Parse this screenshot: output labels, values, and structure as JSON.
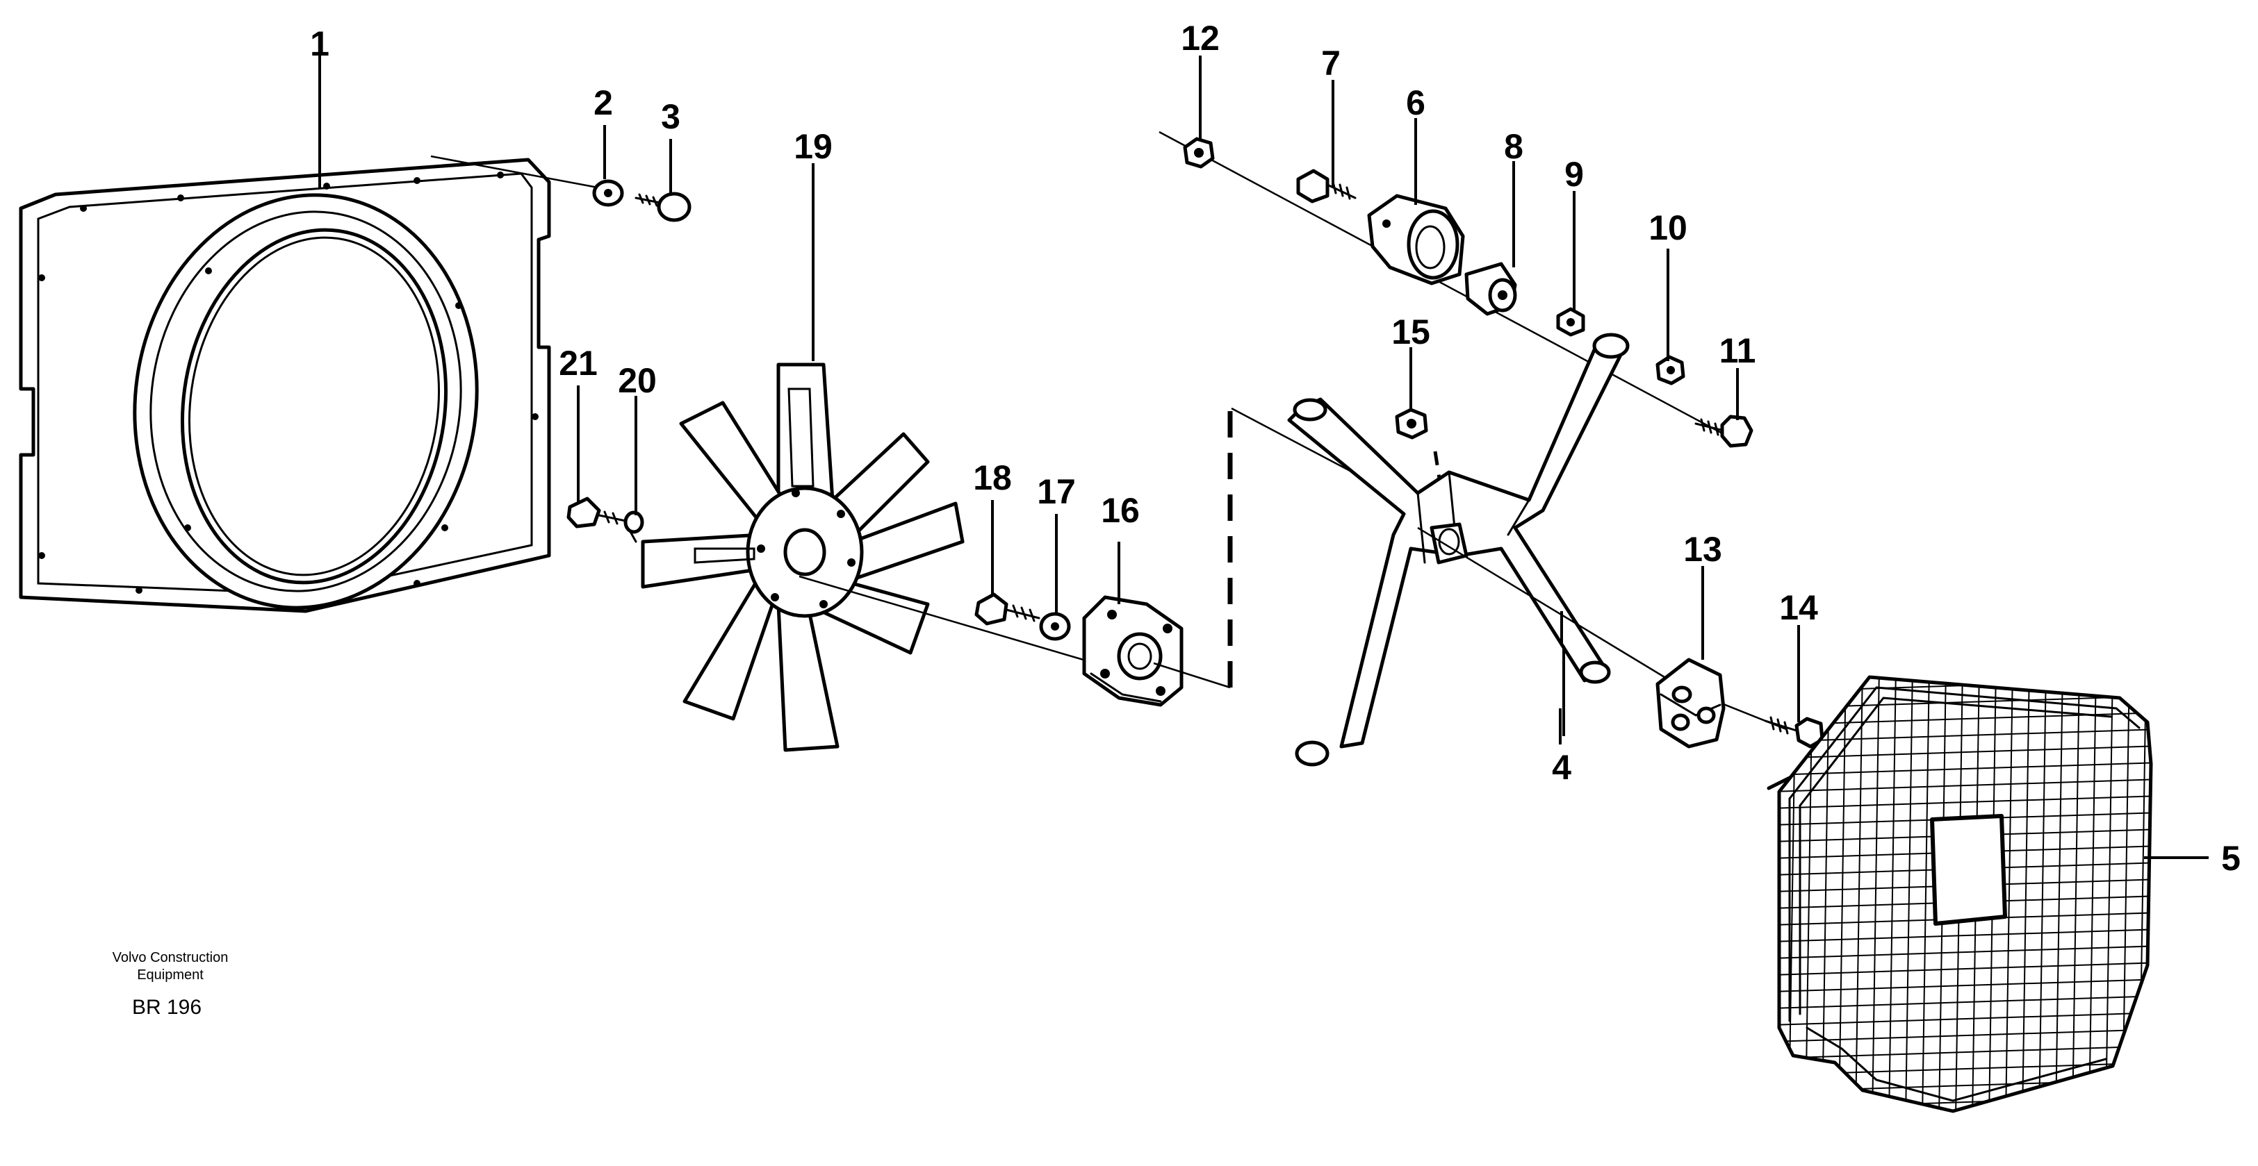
{
  "callouts": [
    "1",
    "2",
    "3",
    "4",
    "5",
    "6",
    "7",
    "8",
    "9",
    "10",
    "11",
    "12",
    "13",
    "14",
    "15",
    "16",
    "17",
    "18",
    "19",
    "20",
    "21"
  ],
  "caption": {
    "line1": "Volvo Construction",
    "line2": "Equipment",
    "code": "BR 196"
  },
  "colors": {
    "ink": "#000000",
    "paper": "#ffffff"
  }
}
